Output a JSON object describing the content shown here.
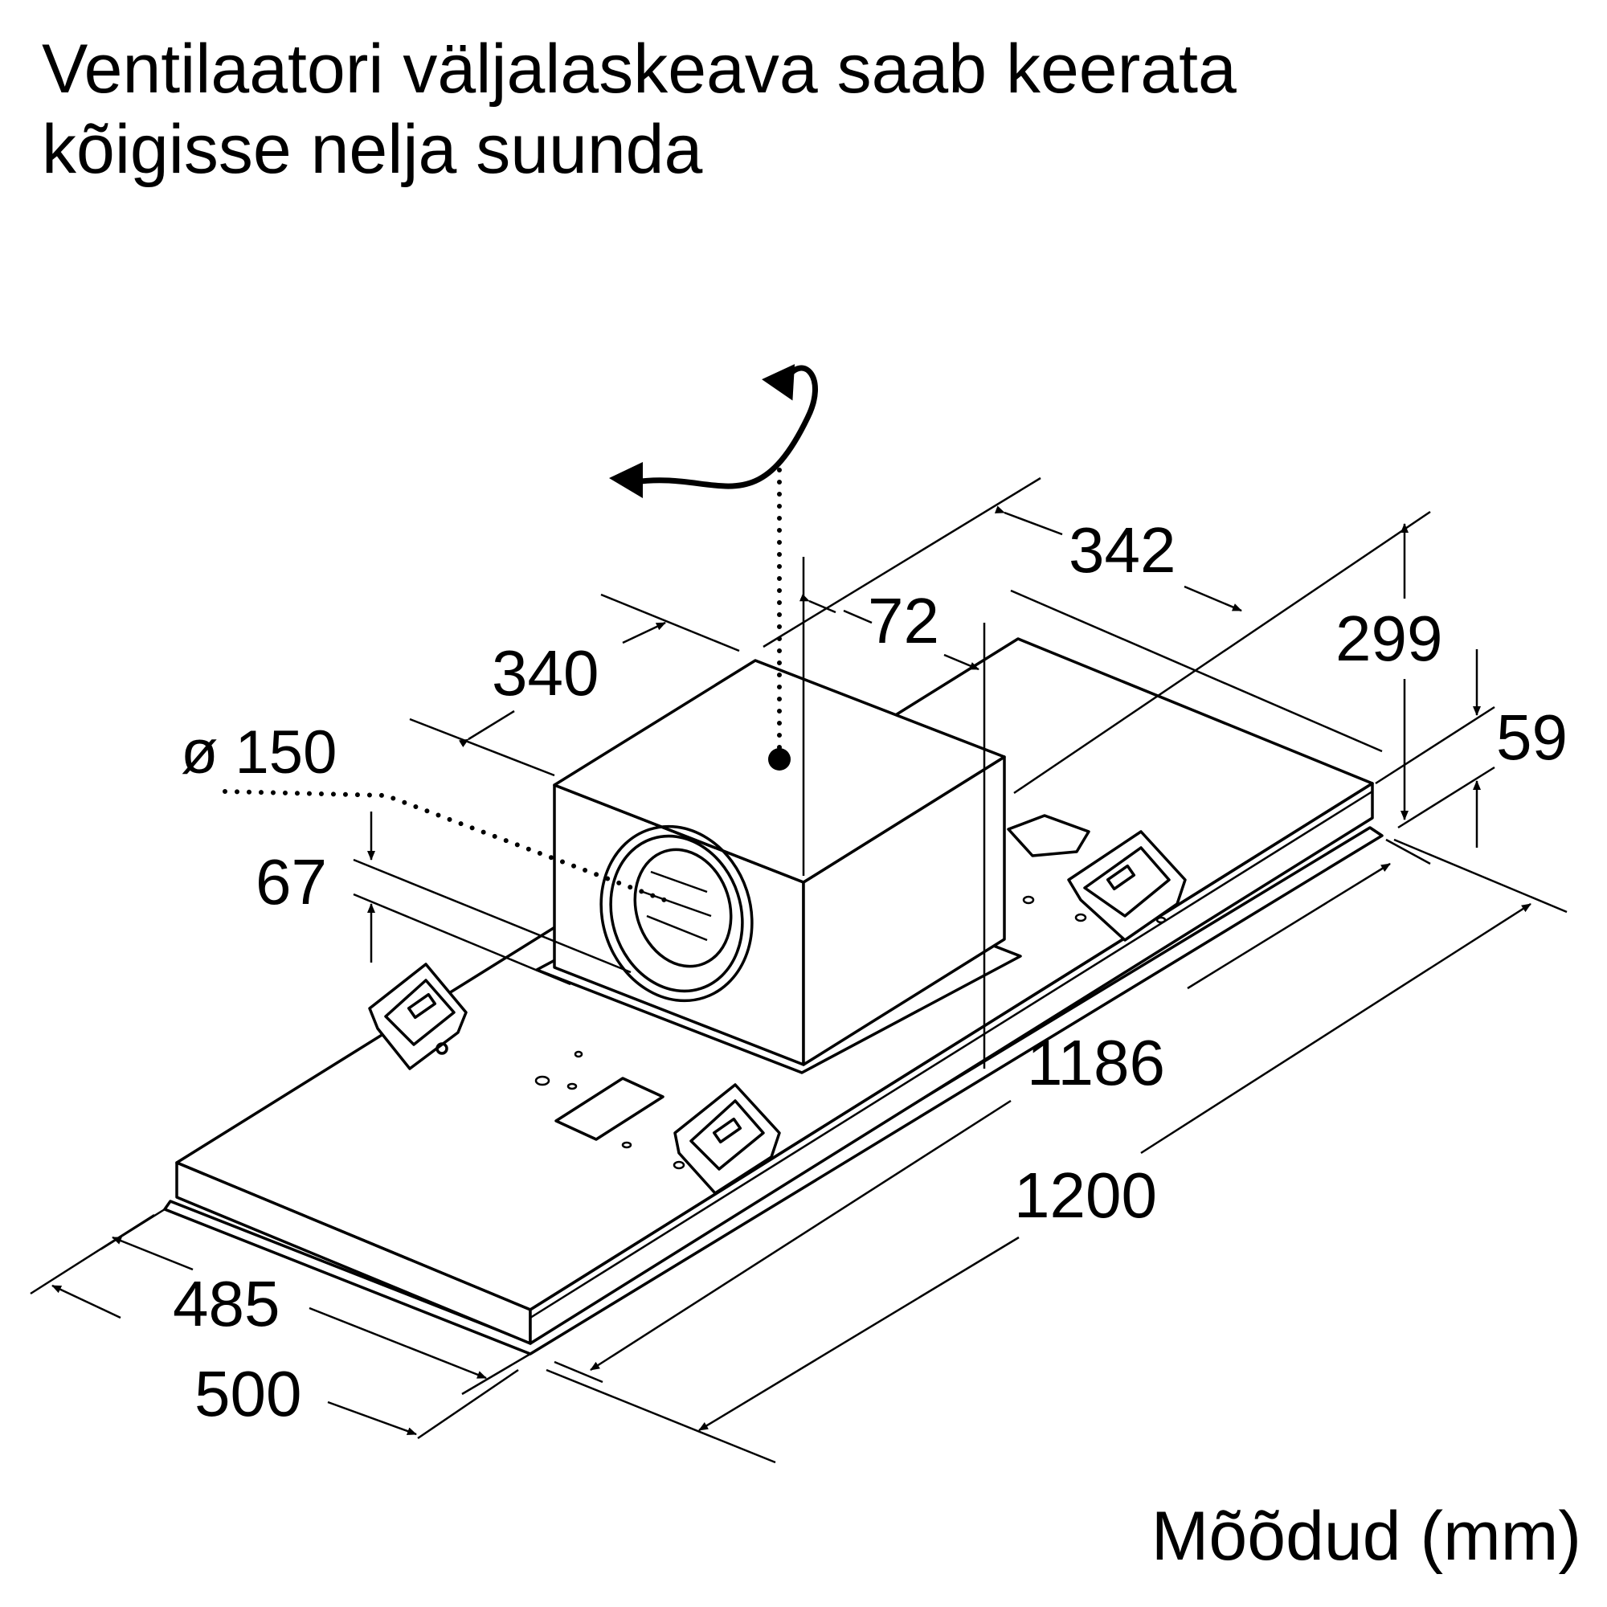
{
  "title": {
    "line1": "Ventilaatori väljalaskeava saab keerata",
    "line2": "kõigisse nelja suunda"
  },
  "units_label": "Mõõdud (mm)",
  "dimensions": {
    "fan_width": "342",
    "fan_offset": "72",
    "fan_depth": "340",
    "outlet_diameter": "ø 150",
    "outlet_height": "67",
    "total_height": "299",
    "panel_height": "59",
    "inner_length": "1186",
    "outer_length": "1200",
    "inner_depth": "485",
    "outer_depth": "500"
  },
  "icons": [
    "rotation-arrow-icon",
    "mounting-bracket-icon",
    "outlet-flange-icon"
  ]
}
